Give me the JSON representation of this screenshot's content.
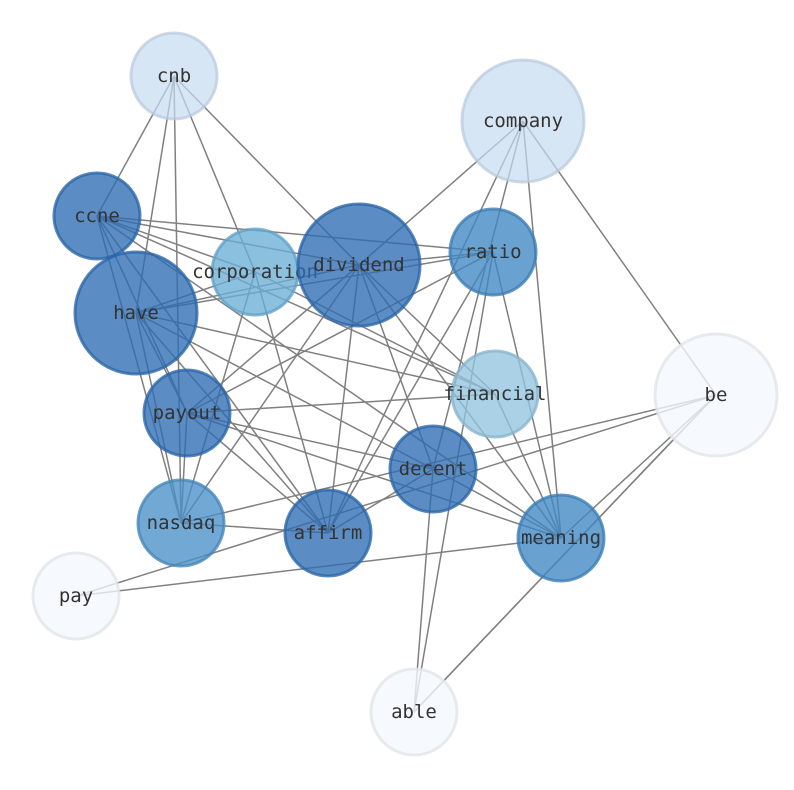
{
  "graph": {
    "nodes": [
      {
        "id": "cnb",
        "label": "cnb",
        "color": "#c6dbef",
        "alpha": 0.7
      },
      {
        "id": "company",
        "label": "company",
        "color": "#c6dbef",
        "alpha": 0.7
      },
      {
        "id": "ccne",
        "label": "ccne",
        "color": "#2d6db4",
        "alpha": 0.78
      },
      {
        "id": "corporation",
        "label": "corporation",
        "color": "#6aaed6",
        "alpha": 0.78
      },
      {
        "id": "dividend",
        "label": "dividend",
        "color": "#2d6db4",
        "alpha": 0.78
      },
      {
        "id": "ratio",
        "label": "ratio",
        "color": "#3f87c3",
        "alpha": 0.78
      },
      {
        "id": "have",
        "label": "have",
        "color": "#2d6db4",
        "alpha": 0.78
      },
      {
        "id": "financial",
        "label": "financial",
        "color": "#94c4df",
        "alpha": 0.78
      },
      {
        "id": "be",
        "label": "be",
        "color": "#f4f9fe",
        "alpha": 0.78
      },
      {
        "id": "payout",
        "label": "payout",
        "color": "#2d6db4",
        "alpha": 0.78
      },
      {
        "id": "decent",
        "label": "decent",
        "color": "#2d6db4",
        "alpha": 0.78
      },
      {
        "id": "nasdaq",
        "label": "nasdaq",
        "color": "#4a8fc8",
        "alpha": 0.78
      },
      {
        "id": "affirm",
        "label": "affirm",
        "color": "#2d6db4",
        "alpha": 0.78
      },
      {
        "id": "meaning",
        "label": "meaning",
        "color": "#3f87c3",
        "alpha": 0.78
      },
      {
        "id": "pay",
        "label": "pay",
        "color": "#f4f9fe",
        "alpha": 0.78
      },
      {
        "id": "able",
        "label": "able",
        "color": "#f4f9fe",
        "alpha": 0.78
      }
    ],
    "edges": [
      [
        "cnb",
        "ccne"
      ],
      [
        "cnb",
        "have"
      ],
      [
        "cnb",
        "nasdaq"
      ],
      [
        "cnb",
        "corporation"
      ],
      [
        "cnb",
        "dividend"
      ],
      [
        "company",
        "dividend"
      ],
      [
        "company",
        "decent"
      ],
      [
        "company",
        "meaning"
      ],
      [
        "company",
        "be"
      ],
      [
        "company",
        "affirm"
      ],
      [
        "ccne",
        "corporation"
      ],
      [
        "ccne",
        "dividend"
      ],
      [
        "ccne",
        "ratio"
      ],
      [
        "ccne",
        "financial"
      ],
      [
        "ccne",
        "payout"
      ],
      [
        "ccne",
        "nasdaq"
      ],
      [
        "ccne",
        "affirm"
      ],
      [
        "ccne",
        "meaning"
      ],
      [
        "corporation",
        "have"
      ],
      [
        "corporation",
        "nasdaq"
      ],
      [
        "corporation",
        "affirm"
      ],
      [
        "corporation",
        "financial"
      ],
      [
        "dividend",
        "have"
      ],
      [
        "dividend",
        "payout"
      ],
      [
        "dividend",
        "nasdaq"
      ],
      [
        "dividend",
        "affirm"
      ],
      [
        "dividend",
        "decent"
      ],
      [
        "dividend",
        "meaning"
      ],
      [
        "dividend",
        "financial"
      ],
      [
        "dividend",
        "ratio"
      ],
      [
        "ratio",
        "have"
      ],
      [
        "ratio",
        "payout"
      ],
      [
        "ratio",
        "affirm"
      ],
      [
        "ratio",
        "meaning"
      ],
      [
        "ratio",
        "able"
      ],
      [
        "have",
        "financial"
      ],
      [
        "have",
        "payout"
      ],
      [
        "have",
        "nasdaq"
      ],
      [
        "have",
        "affirm"
      ],
      [
        "have",
        "decent"
      ],
      [
        "financial",
        "payout"
      ],
      [
        "financial",
        "meaning"
      ],
      [
        "payout",
        "meaning"
      ],
      [
        "payout",
        "decent"
      ],
      [
        "payout",
        "affirm"
      ],
      [
        "payout",
        "nasdaq"
      ],
      [
        "decent",
        "meaning"
      ],
      [
        "decent",
        "affirm"
      ],
      [
        "decent",
        "able"
      ],
      [
        "nasdaq",
        "affirm"
      ],
      [
        "nasdaq",
        "be"
      ],
      [
        "meaning",
        "pay"
      ],
      [
        "be",
        "pay"
      ],
      [
        "be",
        "able"
      ],
      [
        "be",
        "able"
      ],
      [
        "be",
        "meaning"
      ]
    ]
  }
}
